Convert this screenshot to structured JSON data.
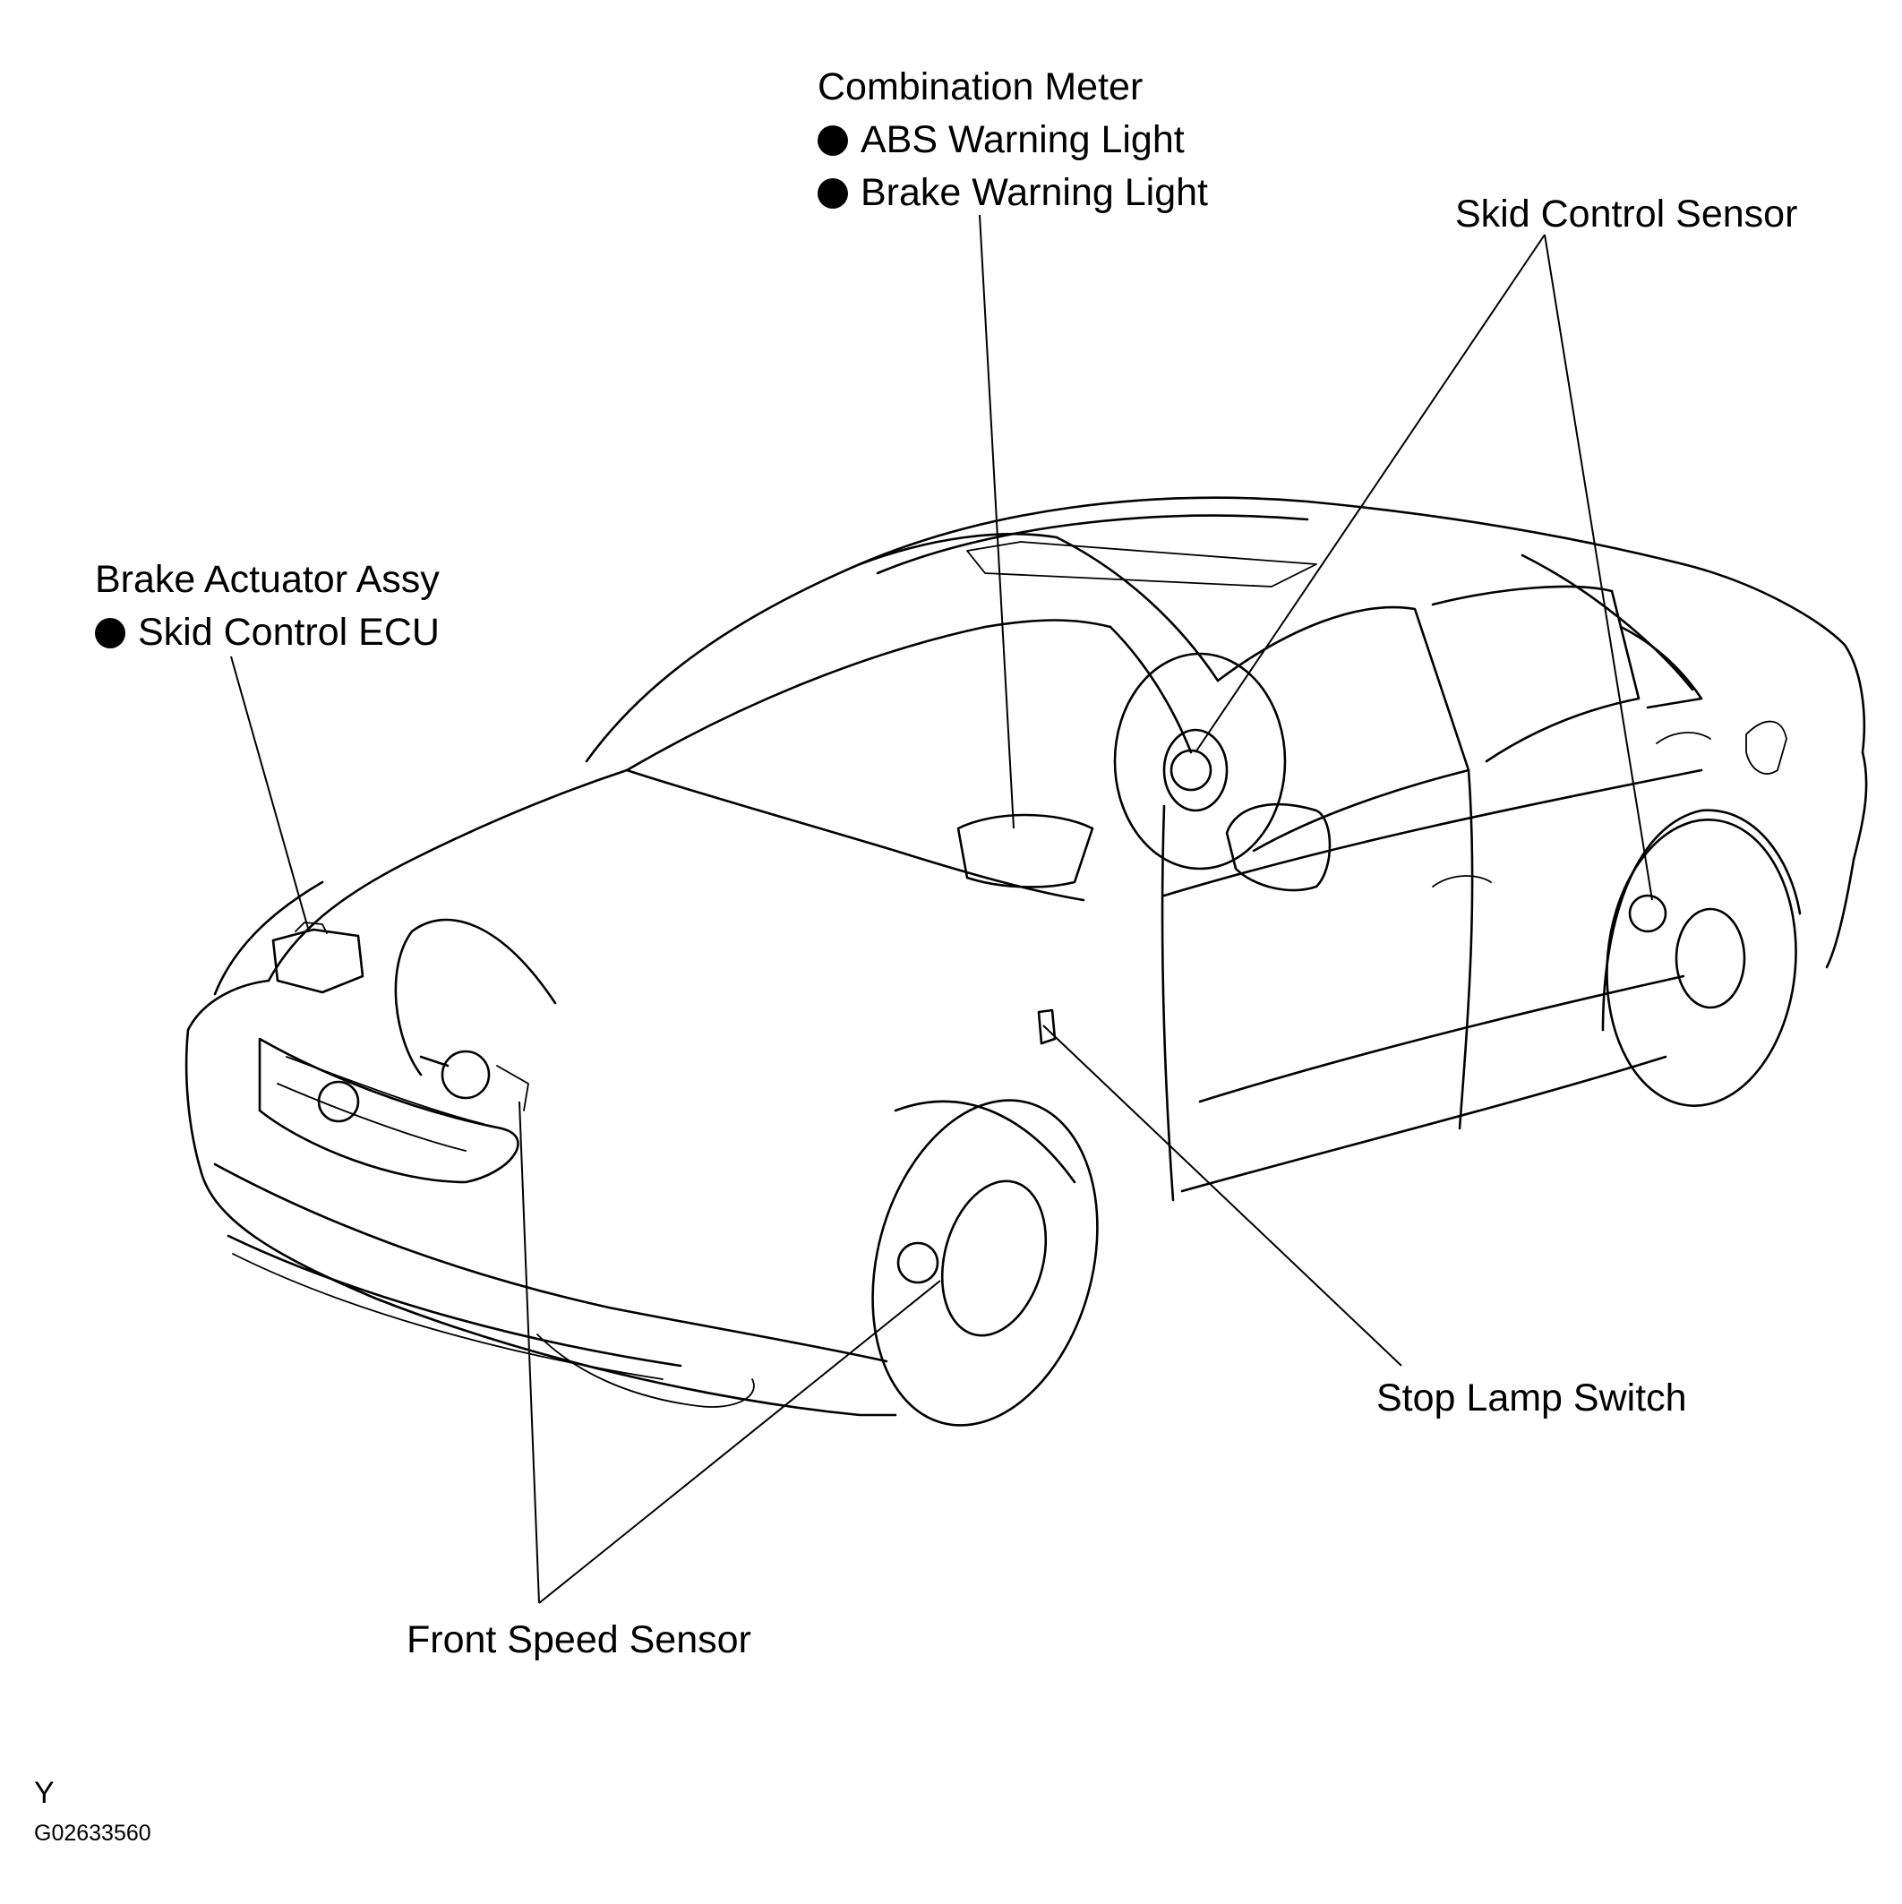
{
  "labels": {
    "combination_meter": {
      "title": "Combination Meter",
      "items": [
        "ABS Warning Light",
        "Brake Warning Light"
      ]
    },
    "skid_control_sensor": "Skid Control Sensor",
    "brake_actuator": {
      "title": "Brake Actuator Assy",
      "items": [
        "Skid Control ECU"
      ]
    },
    "stop_lamp_switch": "Stop Lamp Switch",
    "front_speed_sensor": "Front Speed Sensor"
  },
  "footer": {
    "view_code": "Y",
    "figure_id": "G02633560"
  },
  "colors": {
    "ink": "#000000",
    "paper": "#ffffff"
  },
  "icons": {
    "bullet": "filled-circle"
  }
}
